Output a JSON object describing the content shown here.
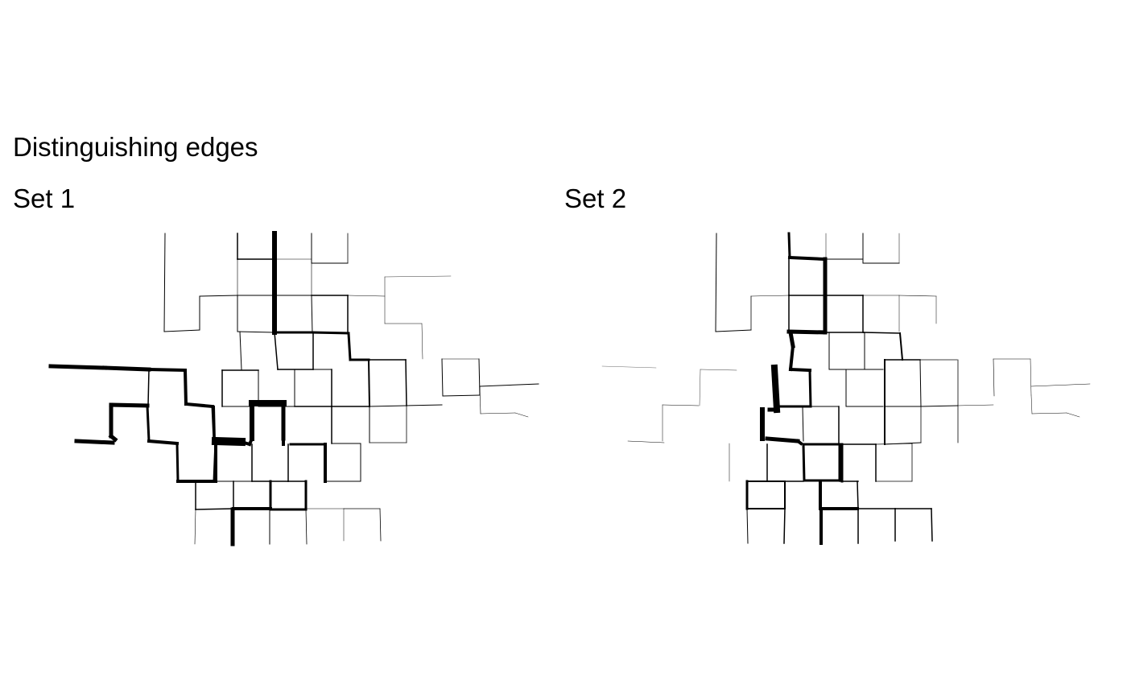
{
  "title": "Distinguishing edges",
  "panels": [
    {
      "title": "Set 1"
    },
    {
      "title": "Set 2"
    }
  ],
  "colors": {
    "edge": "#000000",
    "background": "#ffffff"
  }
}
